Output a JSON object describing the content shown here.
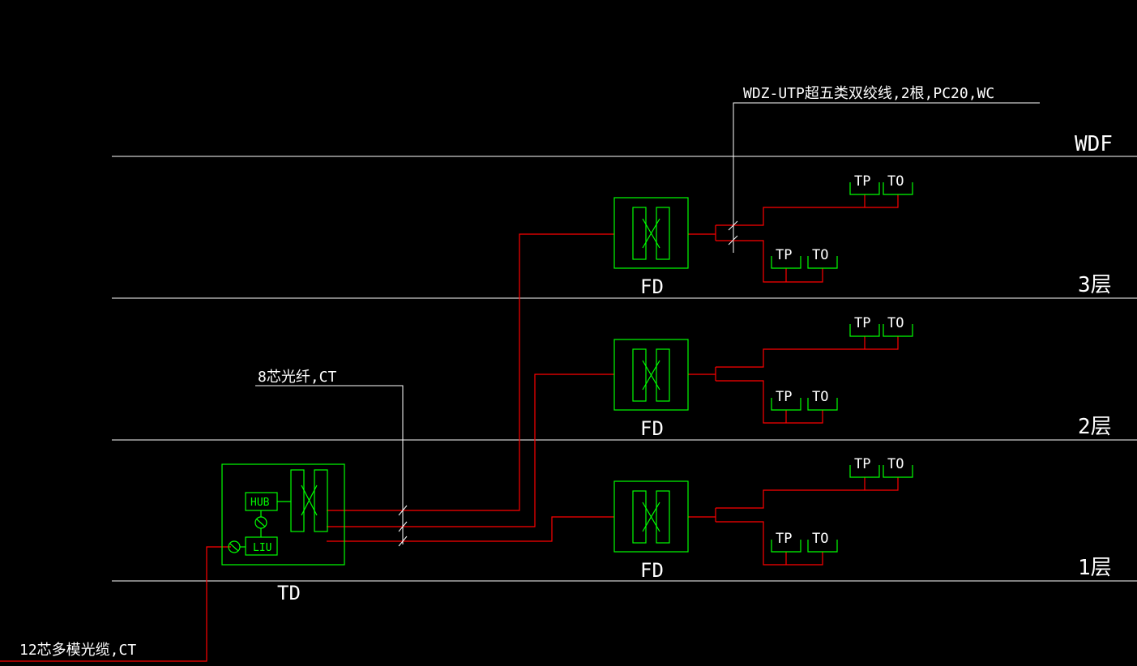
{
  "colors": {
    "background": "#000000",
    "floor_line": "#ffffff",
    "equipment": "#00ff00",
    "cable": "#ff0000",
    "label": "#ffffff"
  },
  "labels": {
    "wdf": "WDF",
    "floor3": "3层",
    "floor2": "2层",
    "floor1": "1层",
    "utp_cable": "WDZ-UTP超五类双绞线,2根,PC20,WC",
    "fiber_8": "8芯光纤,CT",
    "fiber_12": "12芯多模光缆,CT",
    "fd": "FD",
    "td": "TD",
    "hub": "HUB",
    "liu": "LIU",
    "tp": "TP",
    "to": "TO"
  }
}
